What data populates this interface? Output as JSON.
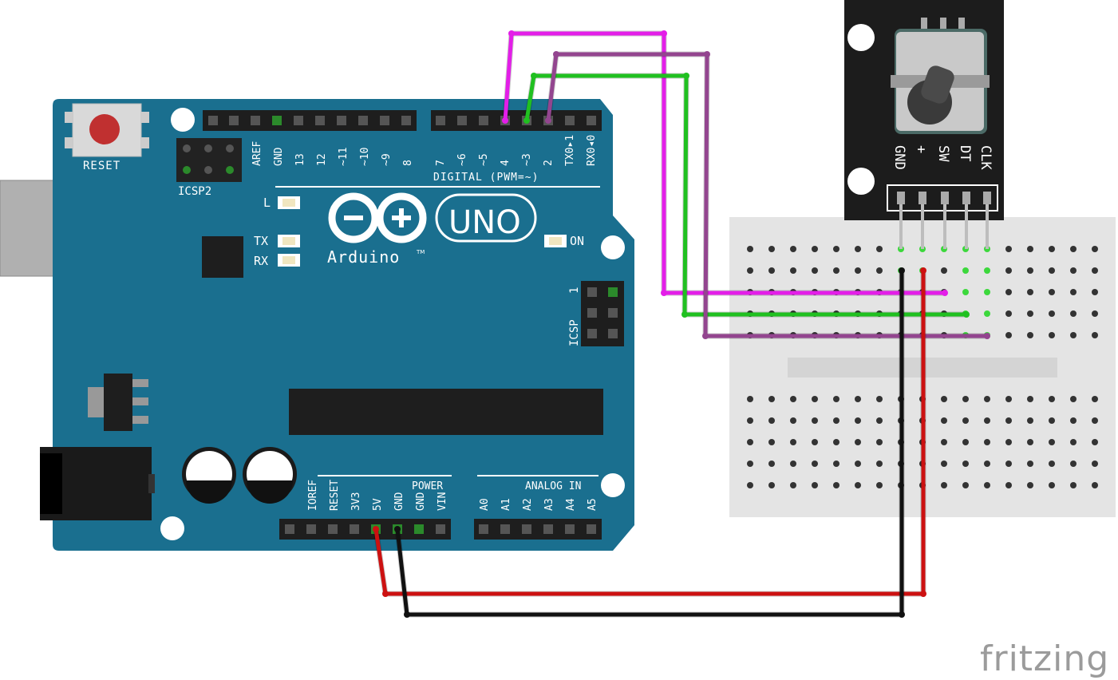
{
  "arduino": {
    "reset_label": "RESET",
    "icsp2_label": "ICSP2",
    "icsp_label": "ICSP",
    "icsp_pin1": "1",
    "led_l": "L",
    "led_tx": "TX",
    "led_rx": "RX",
    "led_on": "ON",
    "logo_uno": "UNO",
    "logo_arduino": "Arduino",
    "logo_tm": "TM",
    "digital_label": "DIGITAL (PWM=~)",
    "digital_pins": [
      "AREF",
      "GND",
      "13",
      "12",
      "~11",
      "~10",
      "~9",
      "8",
      "7",
      "~6",
      "~5",
      "4",
      "~3",
      "2",
      "TX0▸1",
      "RX0◂0"
    ],
    "power_header": "POWER",
    "power_pins": [
      "IOREF",
      "RESET",
      "3V3",
      "5V",
      "GND",
      "GND",
      "VIN"
    ],
    "analog_header": "ANALOG IN",
    "analog_pins": [
      "A0",
      "A1",
      "A2",
      "A3",
      "A4",
      "A5"
    ]
  },
  "encoder": {
    "pins": [
      "GND",
      "+",
      "SW",
      "DT",
      "CLK"
    ]
  },
  "wires": {
    "colors": {
      "pink": "#e31ee8",
      "green": "#20c020",
      "purple": "#93458f",
      "red": "#cc1111",
      "black": "#111111"
    }
  },
  "colors": {
    "board": "#1a6f8f",
    "board_edge": "#14607d",
    "silk": "#ffffff",
    "breadboard": "#e4e4e4"
  },
  "brand": "fritzing"
}
